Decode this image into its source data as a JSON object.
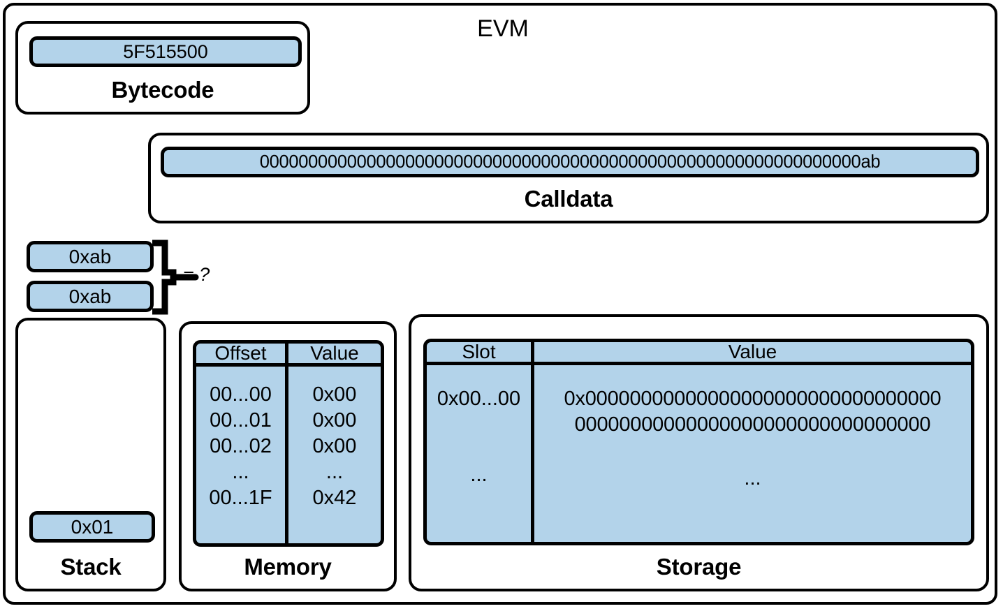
{
  "title": "EVM",
  "colors": {
    "fill": "#b3d3ea",
    "stroke": "#000000",
    "background": "#ffffff"
  },
  "bytecode": {
    "label": "Bytecode",
    "value": "5F515500"
  },
  "calldata": {
    "label": "Calldata",
    "value": "00000000000000000000000000000000000000000000000000000000000000ab"
  },
  "comparison": {
    "operand_top": "0xab",
    "operand_bottom": "0xab",
    "result": "= ?"
  },
  "stack": {
    "label": "Stack",
    "items": [
      "0x01"
    ]
  },
  "memory": {
    "label": "Memory",
    "columns": [
      "Offset",
      "Value"
    ],
    "rows": [
      {
        "offset": "00...00",
        "value": "0x00"
      },
      {
        "offset": "00...01",
        "value": "0x00"
      },
      {
        "offset": "00...02",
        "value": "0x00"
      },
      {
        "offset": "...",
        "value": "..."
      },
      {
        "offset": "00...1F",
        "value": "0x42"
      }
    ]
  },
  "storage": {
    "label": "Storage",
    "columns": [
      "Slot",
      "Value"
    ],
    "rows": [
      {
        "slot": "0x00...00",
        "value_line1": "0x00000000000000000000000000000000",
        "value_line2": "00000000000000000000000000000000"
      },
      {
        "slot": "...",
        "value_line1": "...",
        "value_line2": ""
      }
    ]
  }
}
